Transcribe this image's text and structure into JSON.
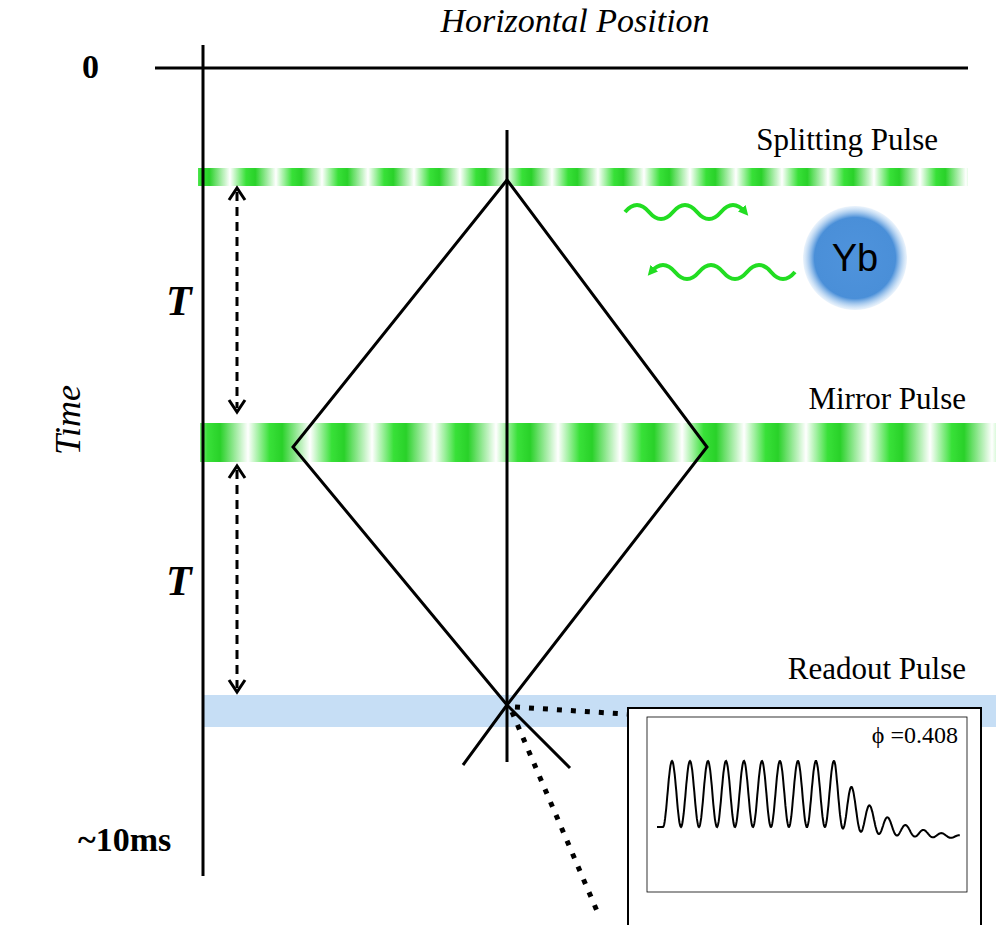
{
  "diagram": {
    "nodes": [
      {
        "text": [
          "Splitting Pulse"
        ]
      },
      {
        "text": [
          "Yb"
        ]
      },
      {
        "text": [
          "Mirror Pulse"
        ]
      },
      {
        "text": [
          "Readout Pulse"
        ]
      },
      {
        "text": [
          "ϕ =0.408"
        ]
      }
    ],
    "labels": [
      "Horizontal Position",
      "0",
      "Time",
      "T",
      "T",
      "~10ms"
    ]
  }
}
